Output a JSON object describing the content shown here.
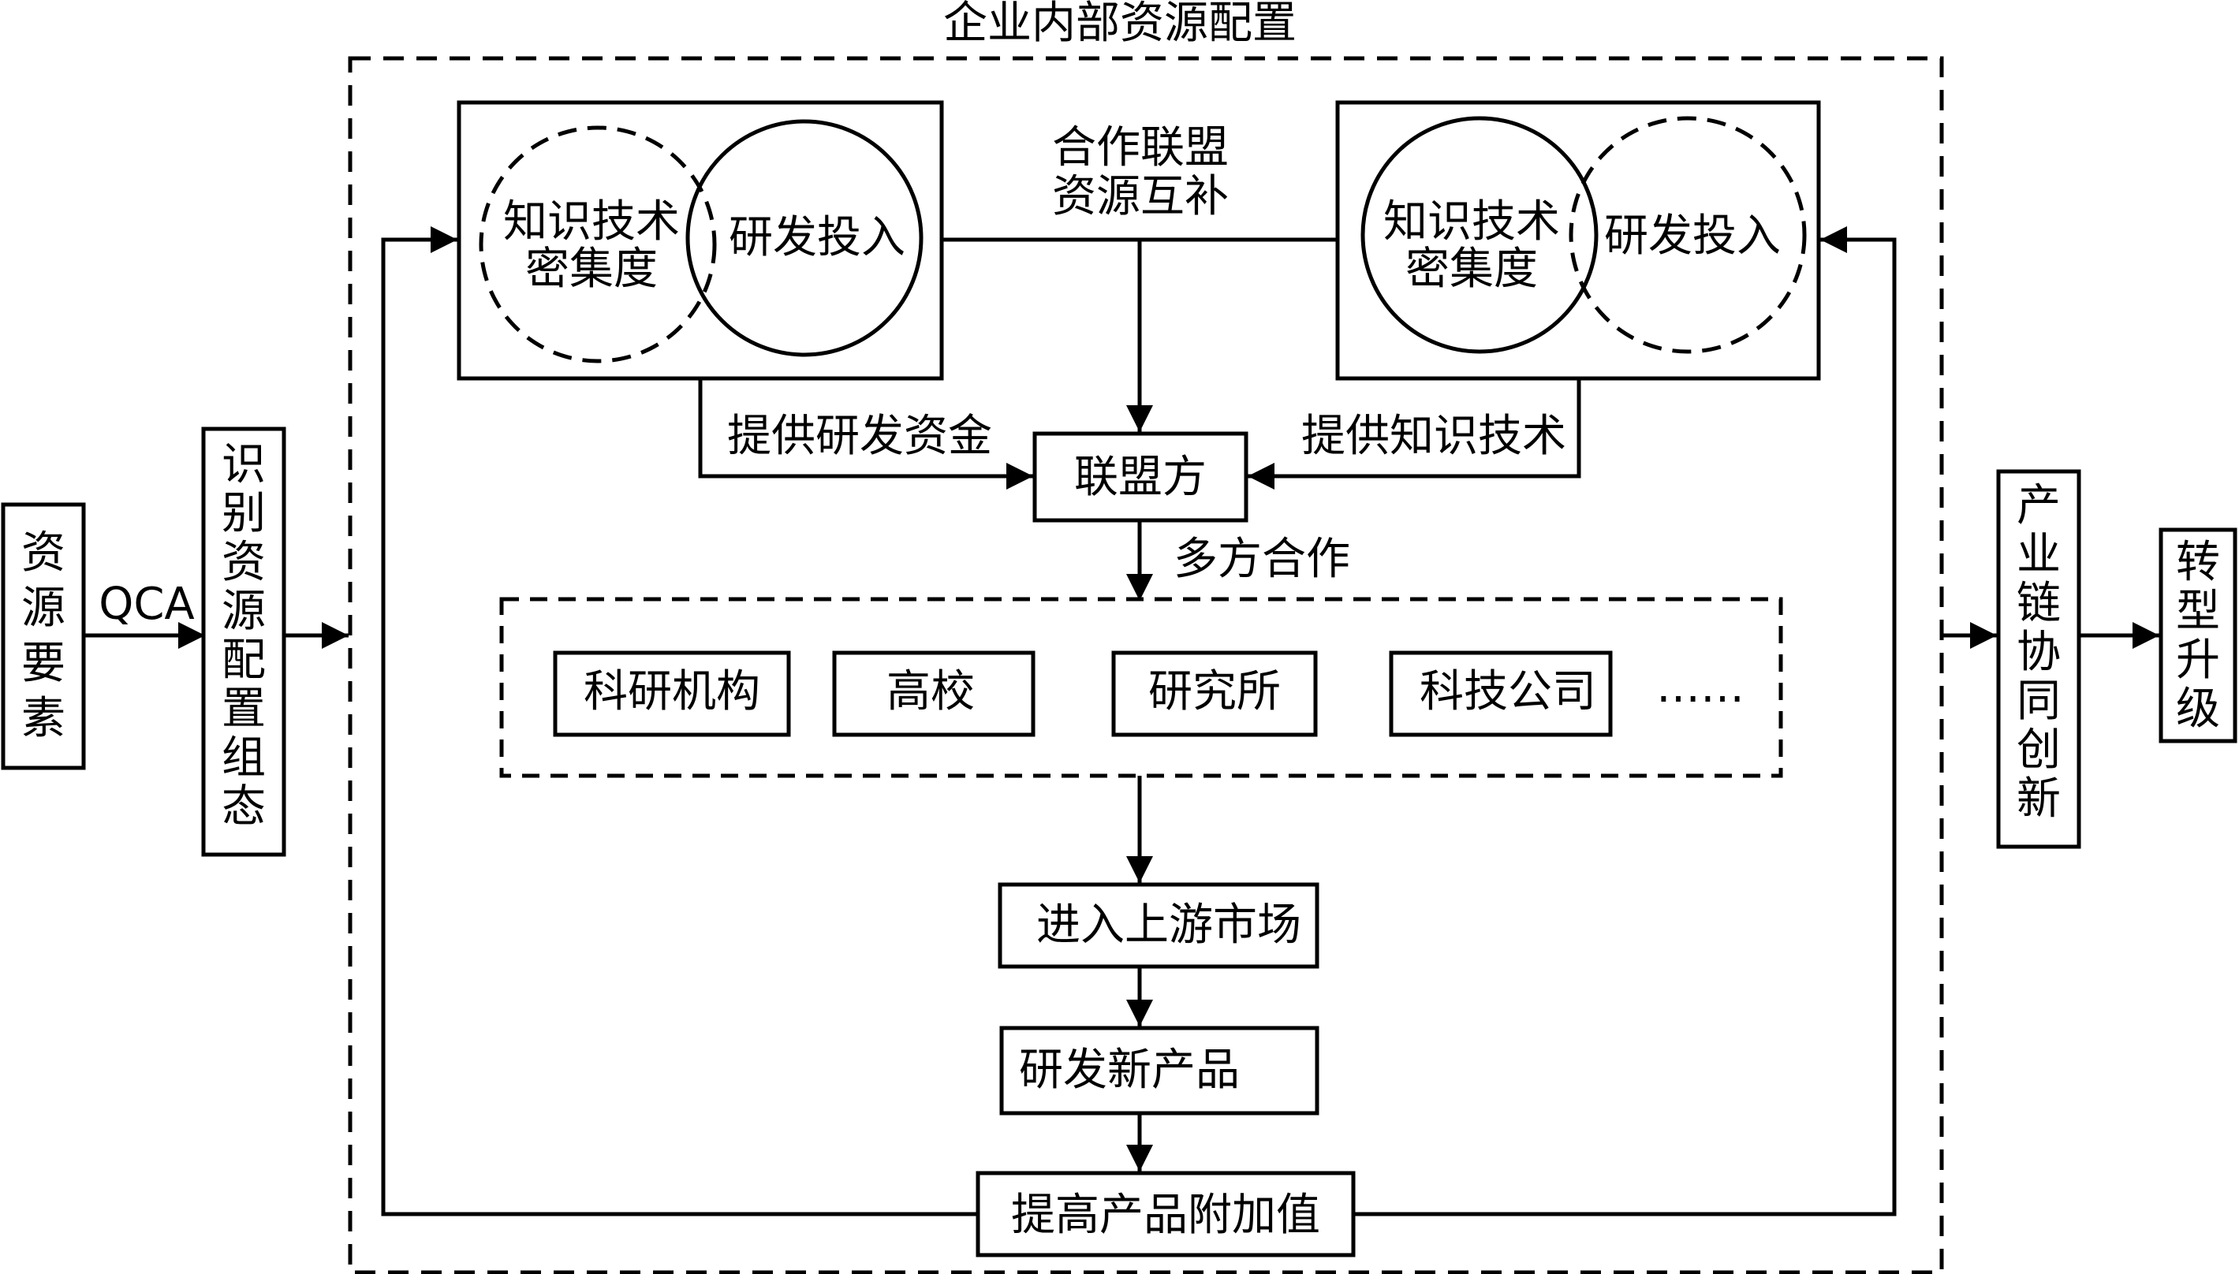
{
  "title": "企业内部资源配置",
  "left": {
    "resource_factor": [
      "资",
      "源",
      "要",
      "素"
    ],
    "qca_label": "QCA",
    "identify_config": [
      "识",
      "别",
      "资",
      "源",
      "配",
      "置",
      "组",
      "态"
    ]
  },
  "firm_a": {
    "knowledge_line1": "知识技术",
    "knowledge_line2": "密集度",
    "rd_input": "研发投入"
  },
  "firm_b": {
    "knowledge_line1": "知识技术",
    "knowledge_line2": "密集度",
    "rd_input": "研发投入"
  },
  "alliance": {
    "complement_line1": "合作联盟",
    "complement_line2": "资源互补",
    "provide_funds": "提供研发资金",
    "provide_tech": "提供知识技术",
    "ally_label": "联盟方",
    "multi_coop": "多方合作"
  },
  "partners": {
    "items": [
      "科研机构",
      "高校",
      "研究所",
      "科技公司"
    ],
    "ellipsis": "……"
  },
  "flow": {
    "upstream": "进入上游市场",
    "new_product": "研发新产品",
    "value_add": "提高产品附加值"
  },
  "right": {
    "chain_innovation": [
      "产",
      "业",
      "链",
      "协",
      "同",
      "创",
      "新"
    ],
    "transform": [
      "转",
      "型",
      "升",
      "级"
    ]
  }
}
